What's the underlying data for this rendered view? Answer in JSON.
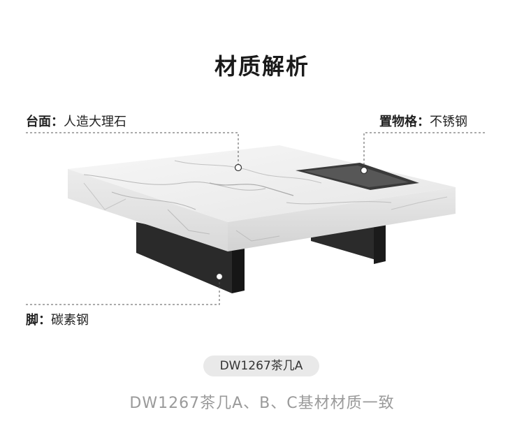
{
  "page_title": "材质解析",
  "labels": {
    "tabletop": {
      "name": "台面：",
      "value": "人造大理石"
    },
    "shelf": {
      "name": "置物格：",
      "value": "不锈钢"
    },
    "legs": {
      "name": "脚：",
      "value": "碳素钢"
    }
  },
  "model_tag": "DW1267茶几A",
  "footer_note": "DW1267茶几A、B、C基材材质一致",
  "colors": {
    "marble": "#f1f1f1",
    "metal": "#2a2a2a",
    "tray": "#3a3a3a",
    "pill": "#e9e9e9"
  }
}
